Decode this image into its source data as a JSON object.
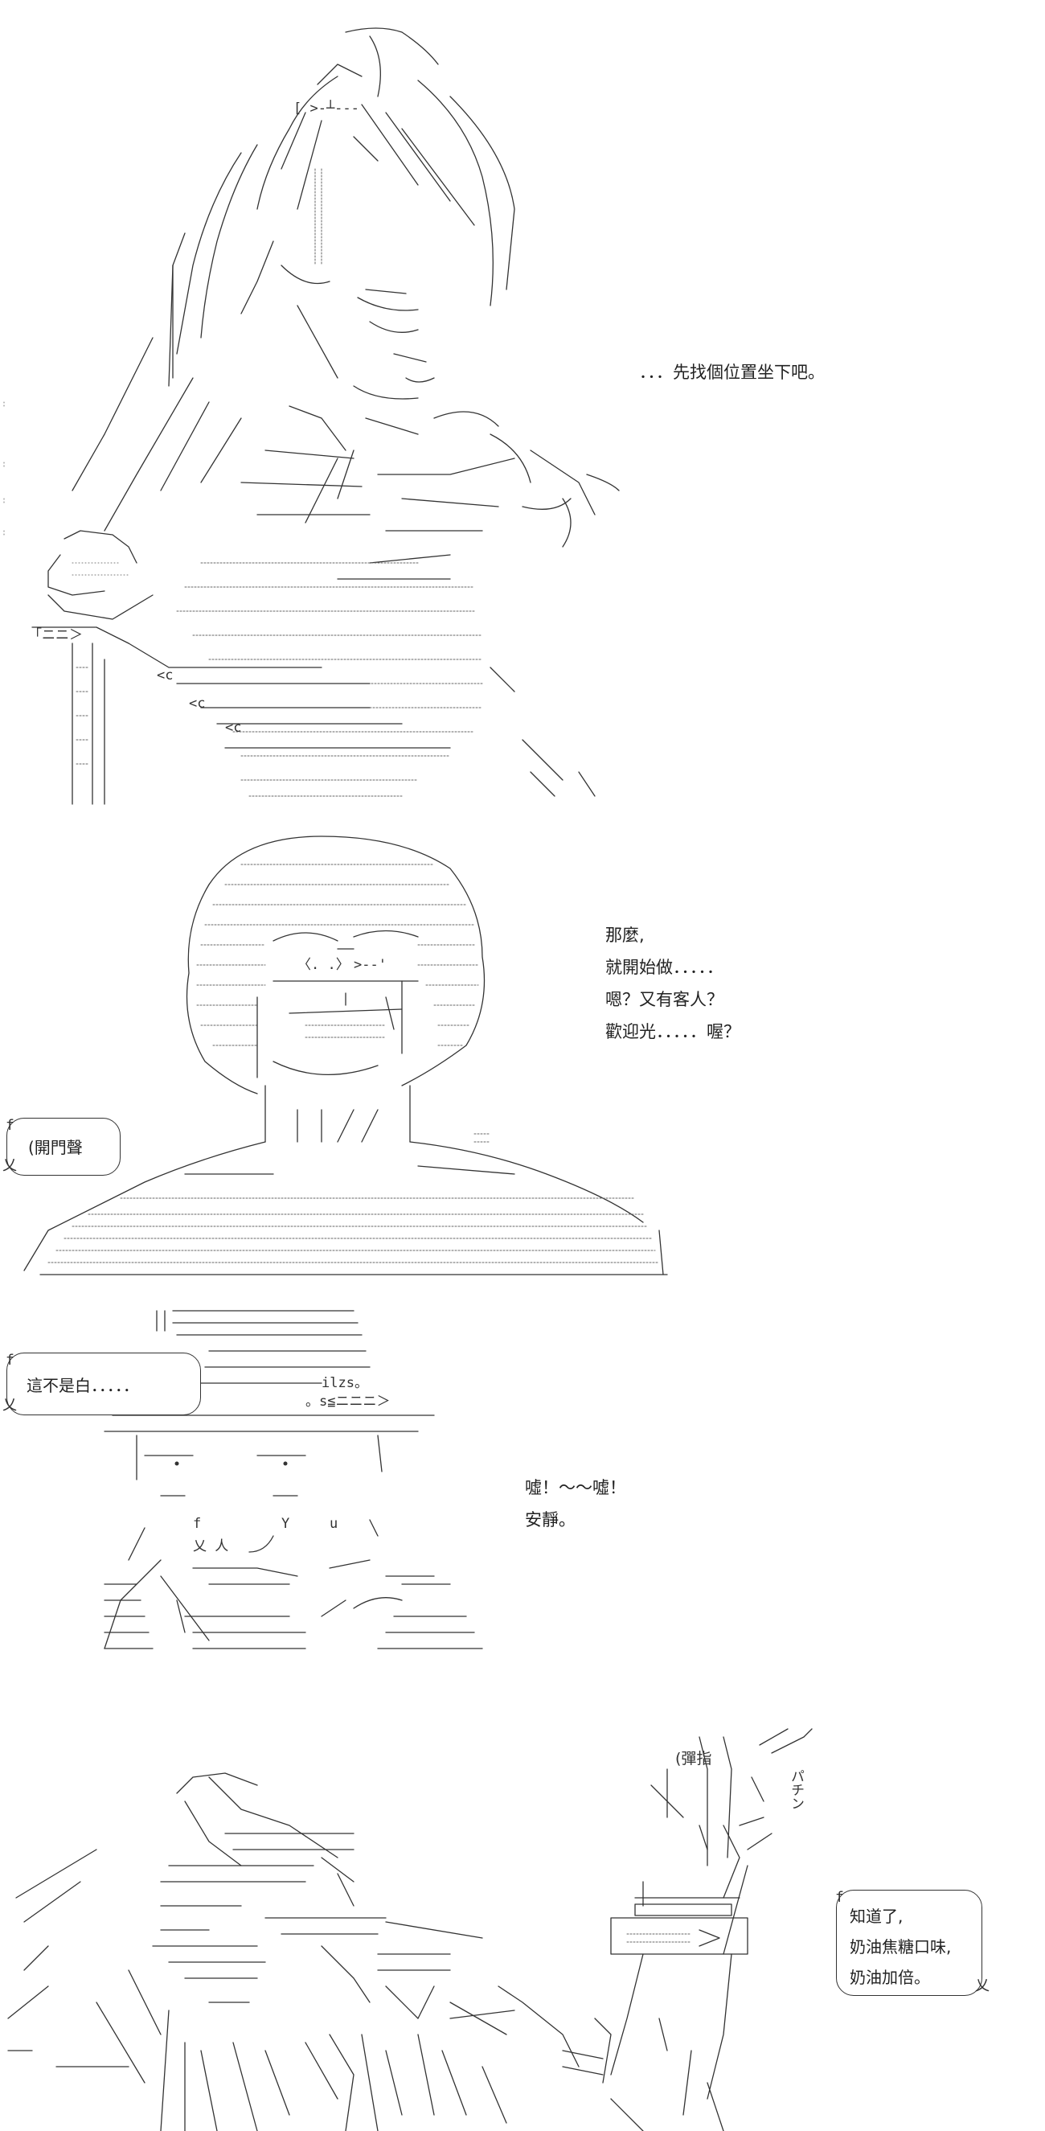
{
  "panels": [
    {
      "dialogue": [
        "．．．先找個位置坐下吧。"
      ]
    },
    {
      "dialogue": [
        "那麼,",
        "就開始做．．．．．",
        "嗯？又有客人？",
        "歡迎光．．．．．喔？"
      ],
      "bubble": {
        "open_mark": "f",
        "close_mark": "乂",
        "text": "(開門聲"
      }
    },
    {
      "dialogue": [
        "噓！～～噓！",
        "安靜。"
      ],
      "bubble": {
        "open_mark": "f",
        "close_mark": "乂",
        "text": "這不是白．．．．．"
      }
    },
    {
      "sfx_snap": "(彈指",
      "sfx_pachin": "パチン",
      "bubble": {
        "open_mark": "f",
        "close_mark": "乂",
        "lines": [
          "知道了,",
          "奶油焦糖口味,",
          "奶油加倍。"
        ]
      }
    }
  ],
  "colors": {
    "ink": "#333333",
    "text": "#222222",
    "background": "#ffffff"
  }
}
